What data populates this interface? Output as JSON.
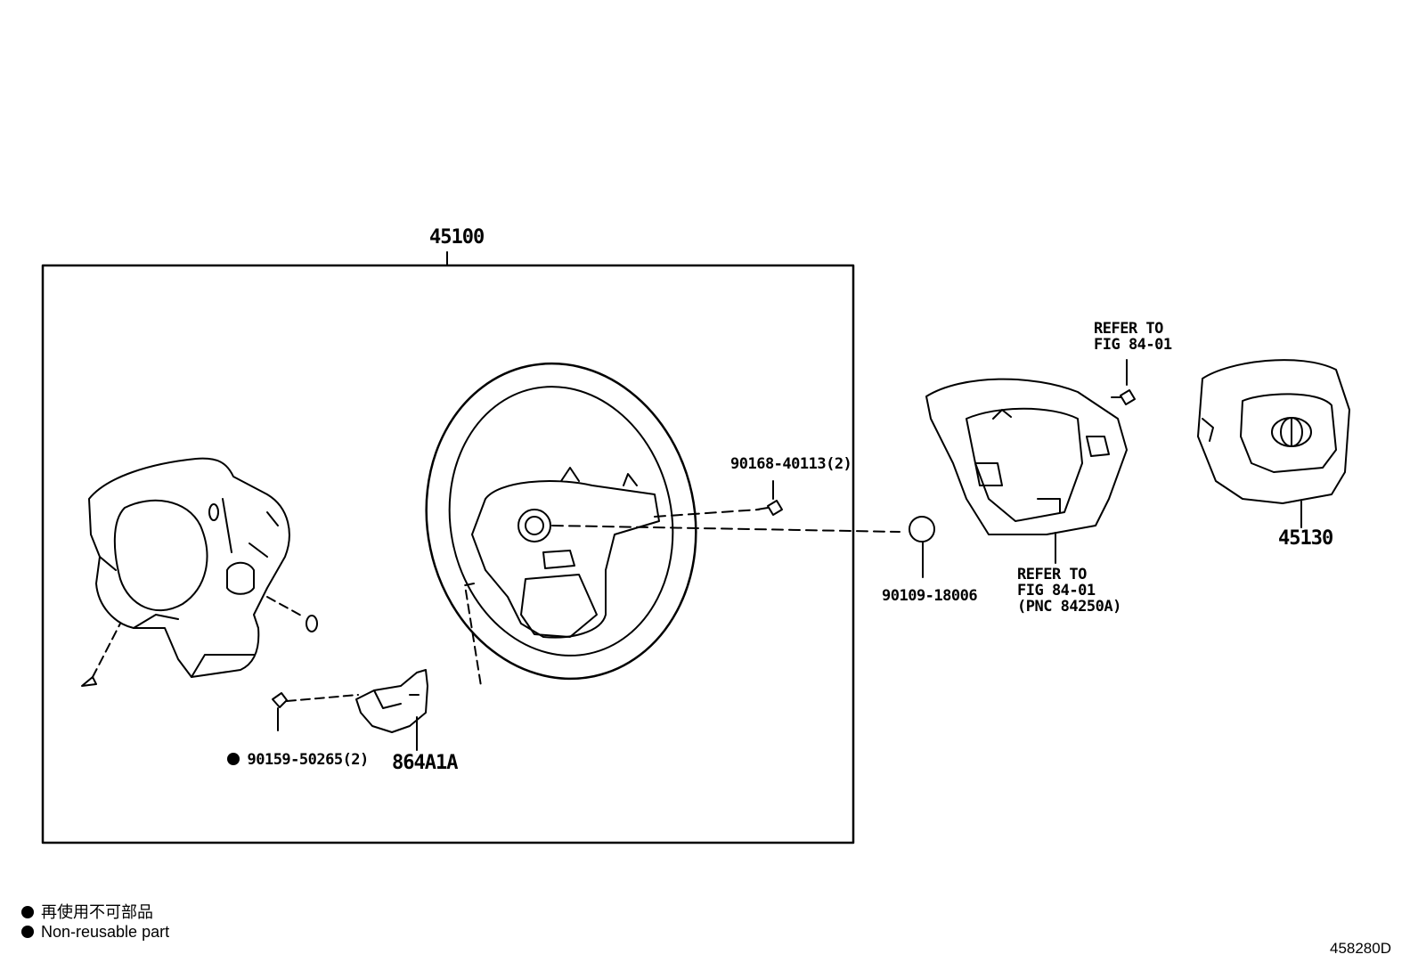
{
  "labels": {
    "assembly": "45100",
    "bolt_upper": "90168-40113(2)",
    "nut": "90109-18006",
    "screw_lower": "90159-50265(2)",
    "cover": "864A1A",
    "airbag": "45130",
    "refer1_line1": "REFER TO",
    "refer1_line2": "FIG 84-01",
    "refer2_line1": "REFER TO",
    "refer2_line2": "FIG 84-01",
    "refer2_line3": "(PNC 84250A)"
  },
  "legend": {
    "line1": "再使用不可部品",
    "line2": "Non-reusable part"
  },
  "figure_id": "458280D"
}
